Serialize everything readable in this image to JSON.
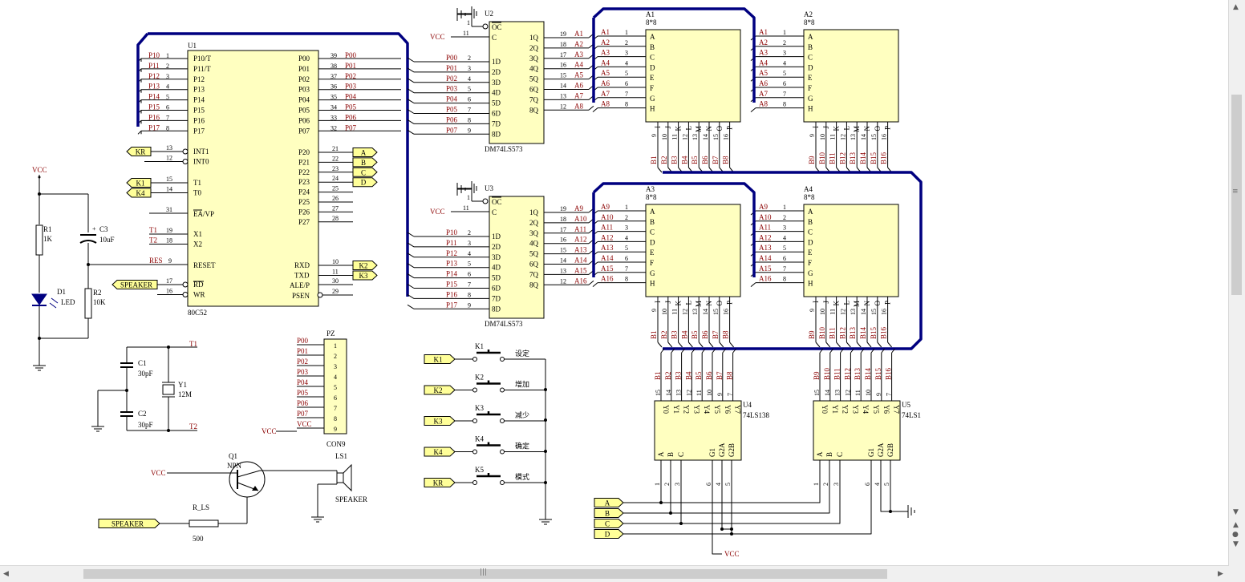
{
  "mcu": {
    "ref": "U1",
    "part": "80C52",
    "left_pins": [
      [
        "P10",
        "1",
        "P10/T"
      ],
      [
        "P11",
        "2",
        "P11/T"
      ],
      [
        "P12",
        "3",
        "P12"
      ],
      [
        "P13",
        "4",
        "P13"
      ],
      [
        "P14",
        "5",
        "P14"
      ],
      [
        "P15",
        "6",
        "P15"
      ],
      [
        "P16",
        "7",
        "P16"
      ],
      [
        "P17",
        "8",
        "P17"
      ]
    ],
    "right_pins": [
      [
        "P00",
        "39",
        "P00"
      ],
      [
        "P01",
        "38",
        "P01"
      ],
      [
        "P02",
        "37",
        "P02"
      ],
      [
        "P03",
        "36",
        "P03"
      ],
      [
        "P04",
        "35",
        "P04"
      ],
      [
        "P05",
        "34",
        "P05"
      ],
      [
        "P06",
        "33",
        "P06"
      ],
      [
        "P07",
        "32",
        "P07"
      ]
    ],
    "int": [
      [
        "KR",
        "13",
        "INT1"
      ],
      [
        "",
        "12",
        "INT0"
      ]
    ],
    "timer": [
      [
        "K1",
        "15",
        "T1"
      ],
      [
        "K4",
        "14",
        "T0"
      ]
    ],
    "ea": [
      "31",
      "EA/VP"
    ],
    "xtal": [
      [
        "T1",
        "19",
        "X1"
      ],
      [
        "T2",
        "18",
        "X2"
      ]
    ],
    "reset": [
      "RES",
      "9",
      "RESET"
    ],
    "rd_wr": [
      [
        "SPEAKER",
        "17",
        "RD"
      ],
      [
        "",
        "16",
        "WR"
      ]
    ],
    "p2": [
      [
        "P20",
        "21",
        "A"
      ],
      [
        "P21",
        "22",
        "B"
      ],
      [
        "P22",
        "23",
        "C"
      ],
      [
        "P23",
        "24",
        "D"
      ],
      [
        "P24",
        "25",
        ""
      ],
      [
        "P25",
        "26",
        ""
      ],
      [
        "P26",
        "27",
        ""
      ],
      [
        "P27",
        "28",
        ""
      ]
    ],
    "serial": [
      [
        "RXD",
        "10",
        "K2"
      ],
      [
        "TXD",
        "11",
        "K3"
      ]
    ],
    "ale": [
      "ALE/P",
      "30"
    ],
    "psen": [
      "PSEN",
      "29"
    ]
  },
  "latches": [
    {
      "ref": "U2",
      "part": "DM74LS573",
      "oc": "1",
      "c": "11",
      "in_nets": [
        "P00",
        "P01",
        "P02",
        "P03",
        "P04",
        "P05",
        "P06",
        "P07"
      ],
      "out_nets": [
        "A1",
        "A2",
        "A3",
        "A4",
        "A5",
        "A6",
        "A7",
        "A8"
      ]
    },
    {
      "ref": "U3",
      "part": "DM74LS573",
      "oc": "1",
      "c": "11",
      "in_nets": [
        "P10",
        "P11",
        "P12",
        "P13",
        "P14",
        "P15",
        "P16",
        "P17"
      ],
      "out_nets": [
        "A9",
        "A10",
        "A11",
        "A12",
        "A13",
        "A14",
        "A15",
        "A16"
      ]
    }
  ],
  "latch_in_pins": [
    "2",
    "3",
    "4",
    "5",
    "6",
    "7",
    "8",
    "9"
  ],
  "latch_out_pins": [
    "19",
    "18",
    "17",
    "16",
    "15",
    "14",
    "13",
    "12"
  ],
  "latch_in_labels": [
    "1D",
    "2D",
    "3D",
    "4D",
    "5D",
    "6D",
    "7D",
    "8D"
  ],
  "latch_out_labels": [
    "1Q",
    "2Q",
    "3Q",
    "4Q",
    "5Q",
    "6Q",
    "7Q",
    "8Q"
  ],
  "matrices": [
    {
      "ref": "A1",
      "size": "8*8",
      "rows": [
        "A1",
        "A2",
        "A3",
        "A4",
        "A5",
        "A6",
        "A7",
        "A8"
      ],
      "cols": [
        "B1",
        "B2",
        "B3",
        "B4",
        "B5",
        "B6",
        "B7",
        "B8"
      ]
    },
    {
      "ref": "A2",
      "size": "8*8",
      "rows": [
        "A1",
        "A2",
        "A3",
        "A4",
        "A5",
        "A6",
        "A7",
        "A8"
      ],
      "cols": [
        "B9",
        "B10",
        "B11",
        "B12",
        "B13",
        "B14",
        "B15",
        "B16"
      ]
    },
    {
      "ref": "A3",
      "size": "8*8",
      "rows": [
        "A9",
        "A10",
        "A11",
        "A12",
        "A13",
        "A14",
        "A15",
        "A16"
      ],
      "cols": [
        "B1",
        "B2",
        "B3",
        "B4",
        "B5",
        "B6",
        "B7",
        "B8"
      ]
    },
    {
      "ref": "A4",
      "size": "8*8",
      "rows": [
        "A9",
        "A10",
        "A11",
        "A12",
        "A13",
        "A14",
        "A15",
        "A16"
      ],
      "cols": [
        "B9",
        "B10",
        "B11",
        "B12",
        "B13",
        "B14",
        "B15",
        "B16"
      ]
    }
  ],
  "matrix_row_labels": [
    "A",
    "B",
    "C",
    "D",
    "E",
    "F",
    "G",
    "H"
  ],
  "matrix_col_labels": [
    "I",
    "J",
    "K",
    "L",
    "M",
    "N",
    "O",
    "P"
  ],
  "matrix_row_pins": [
    "1",
    "2",
    "3",
    "4",
    "5",
    "6",
    "7",
    "8"
  ],
  "matrix_col_pins": [
    "9",
    "10",
    "11",
    "12",
    "13",
    "14",
    "15",
    "16"
  ],
  "decoders": [
    {
      "ref": "U4",
      "part": "74LS138",
      "out_nets": [
        "B1",
        "B2",
        "B3",
        "B4",
        "B5",
        "B6",
        "B7",
        "B8"
      ]
    },
    {
      "ref": "U5",
      "part": "74LS1",
      "out_nets": [
        "B9",
        "B10",
        "B11",
        "B12",
        "B13",
        "B14",
        "B15",
        "B16"
      ]
    }
  ],
  "decoder_out_pins": [
    "15",
    "14",
    "13",
    "12",
    "11",
    "10",
    "9",
    "7"
  ],
  "decoder_out_labels": [
    "Y0",
    "Y1",
    "Y2",
    "Y3",
    "Y4",
    "Y5",
    "Y6",
    "Y7"
  ],
  "decoder_in_labels": [
    "A",
    "B",
    "C",
    "G1",
    "G2A",
    "G2B"
  ],
  "decoder_in_pins": [
    "1",
    "2",
    "3",
    "6",
    "4",
    "5"
  ],
  "decoder_bus": [
    "A",
    "B",
    "C",
    "D"
  ],
  "header": {
    "ref": "PZ",
    "part": "CON9",
    "nets": [
      "P00",
      "P01",
      "P02",
      "P03",
      "P04",
      "P05",
      "P06",
      "P07",
      "VCC"
    ],
    "pins": [
      "1",
      "2",
      "3",
      "4",
      "5",
      "6",
      "7",
      "8",
      "9"
    ]
  },
  "keys": [
    {
      "ref": "K1",
      "net": "K1",
      "label": "设定"
    },
    {
      "ref": "K2",
      "net": "K2",
      "label": "增加"
    },
    {
      "ref": "K3",
      "net": "K3",
      "label": "减少"
    },
    {
      "ref": "K4",
      "net": "K4",
      "label": "确定"
    },
    {
      "ref": "K5",
      "net": "KR",
      "label": "模式"
    }
  ],
  "reset_circuit": {
    "vcc": "VCC",
    "r1": "R1",
    "r1_val": "1K",
    "c3": "C3",
    "c3_val": "10uF",
    "d1": "D1",
    "d1_val": "LED",
    "r2": "R2",
    "r2_val": "10K"
  },
  "crystal": {
    "c1": "C1",
    "c1_val": "30pF",
    "c2": "C2",
    "c2_val": "30pF",
    "y1": "Y1",
    "y1_val": "12M",
    "t1": "T1",
    "t2": "T2"
  },
  "speaker": {
    "q1": "Q1",
    "q1_val": "NPN",
    "vcc": "VCC",
    "ls1": "LS1",
    "ls1_val": "SPEAKER",
    "r": "R_LS",
    "r_val": "500",
    "net": "SPEAKER"
  },
  "misc": {
    "vcc": "VCC",
    "plus": "+"
  },
  "colors": {
    "wire": "#000000",
    "pin_text": "#8b0000",
    "bus": "#000080",
    "part_fill": "#ffffc0",
    "port_fill": "#ffff99",
    "body_text": "#000000",
    "gnd": "#000000"
  }
}
